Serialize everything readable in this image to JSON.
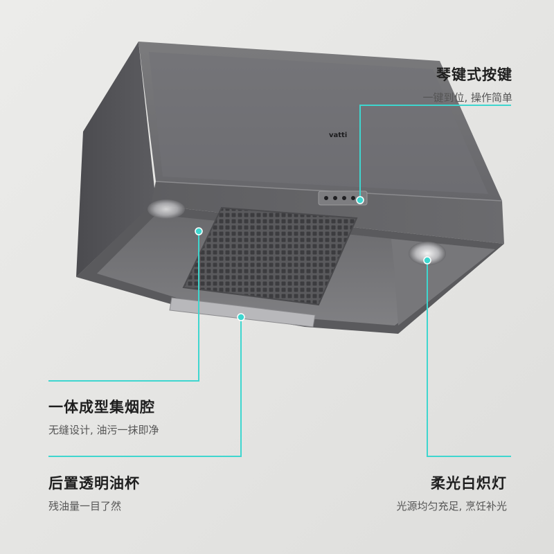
{
  "brand": "vatti",
  "accent_color": "#3ed6cf",
  "callouts": {
    "keys": {
      "title": "琴键式按键",
      "subtitle": "一键到位, 操作简单"
    },
    "cavity": {
      "title": "一体成型集烟腔",
      "subtitle": "无缝设计, 油污一抹即净"
    },
    "cup": {
      "title": "后置透明油杯",
      "subtitle": "残油量一目了然"
    },
    "light": {
      "title": "柔光白炽灯",
      "subtitle": "光源均匀充足, 烹饪补光"
    }
  }
}
